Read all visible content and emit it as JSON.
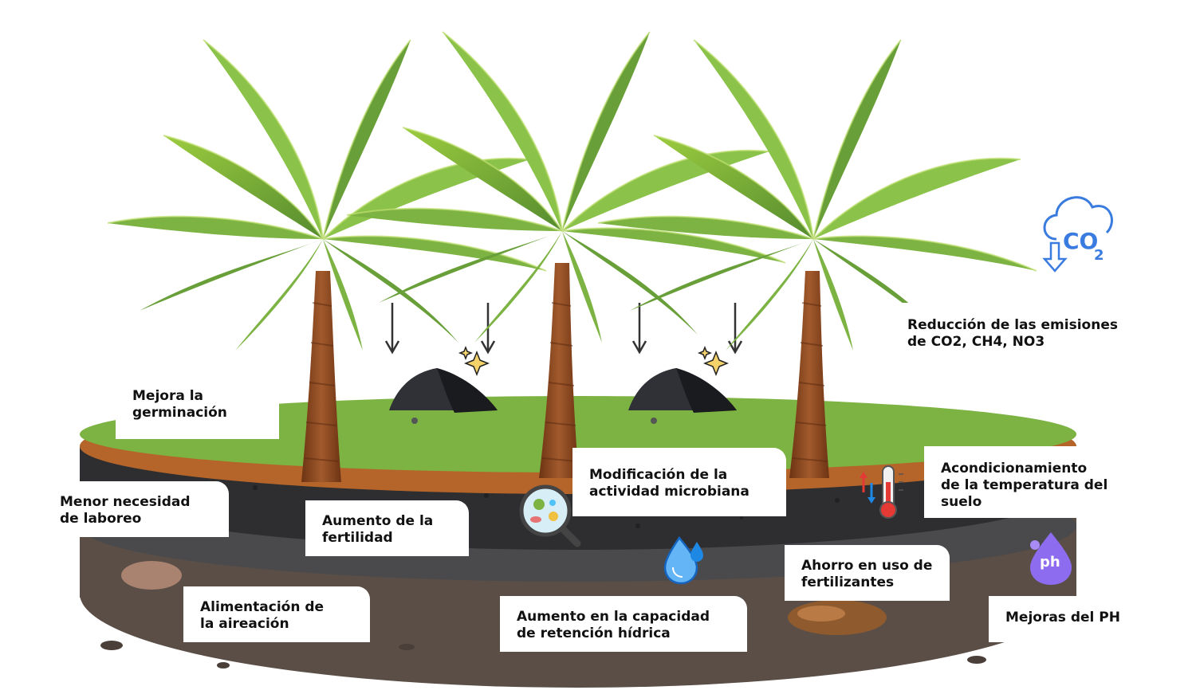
{
  "labels": {
    "germinacion": [
      "Mejora la",
      "germinación"
    ],
    "laboreo": [
      "Menor necesidad",
      "de laboreo"
    ],
    "fertilidad": [
      "Aumento de la",
      "fertilidad"
    ],
    "microbiana": [
      "Modificación de la",
      "actividad microbiana"
    ],
    "temperatura": [
      "Acondicionamiento",
      "de la temperatura del",
      "suelo"
    ],
    "emisiones": [
      "Reducción de las emisiones",
      "de CO2, CH4, NO3"
    ],
    "aireacion": [
      "Alimentación de",
      "la aireación"
    ],
    "hidrica": [
      "Aumento en la capacidad",
      "de retención hídrica"
    ],
    "fertilizantes": [
      "Ahorro en uso de",
      "fertilizantes"
    ],
    "ph": [
      "Mejoras del PH"
    ]
  },
  "icons": {
    "co2": {
      "main": "CO",
      "sub": "2"
    },
    "ph": "ph"
  },
  "colors": {
    "grass": "#7cb342",
    "topsoil_edge": "#b5652a",
    "dark_soil": "#2e2e30",
    "gray_band": "#4a4a4c",
    "subsoil": "#5b4e47",
    "trunk": "#8b4a22",
    "frond": "#7cb342",
    "arrow": "#333333",
    "co2_blue": "#3a7be0",
    "water_blue": "#1e88e5",
    "ph_purple": "#8e6cf0"
  }
}
